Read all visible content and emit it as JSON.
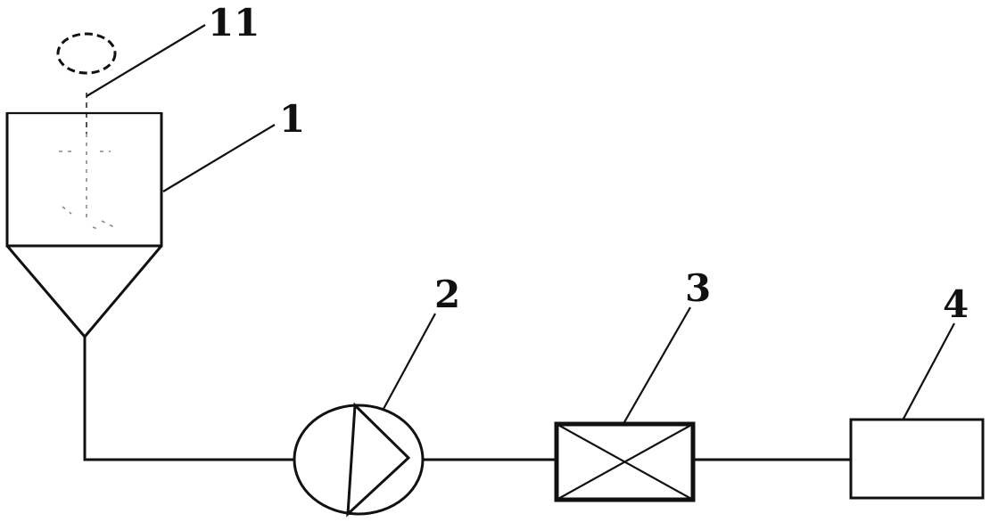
{
  "labels": {
    "stirrer": "11",
    "tank": "1",
    "pump": "2",
    "filter": "3",
    "outlet": "4"
  },
  "colors": {
    "line": "#111111",
    "background": "#ffffff"
  }
}
